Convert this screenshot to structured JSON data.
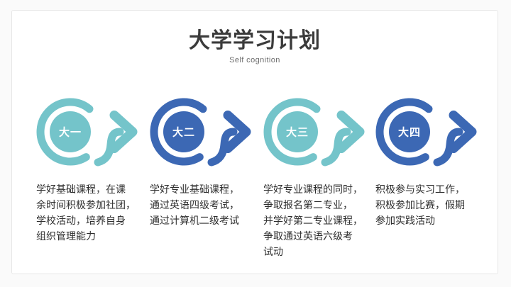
{
  "slide": {
    "title": "大学学习计划",
    "subtitle": "Self cognition"
  },
  "theme": {
    "teal": "#74c4ca",
    "blue": "#3c68b4",
    "title_color": "#3b3b3b",
    "subtitle_color": "#6e6e6e",
    "body_text_color": "#2e2e2e",
    "slide_background": "#ffffff",
    "canvas_background": "#fafafa"
  },
  "stages": [
    {
      "label": "大一",
      "color": "#74c4ca",
      "lines": [
        "学好基础课程，在课",
        "余时间积极参加社团，",
        "学校活动，培养自身",
        "组织管理能力"
      ]
    },
    {
      "label": "大二",
      "color": "#3c68b4",
      "lines": [
        "学好专业基础课程，",
        "通过英语四级考试，",
        "通过计算机二级考试"
      ]
    },
    {
      "label": "大三",
      "color": "#74c4ca",
      "lines": [
        "学好专业课程的同时，",
        "争取报名第二专业，",
        "并学好第二专业课程，",
        "争取通过英语六级考",
        "试动"
      ]
    },
    {
      "label": "大四",
      "color": "#3c68b4",
      "lines": [
        "积极参与实习工作，",
        "积极参加比赛，假期",
        "参加实践活动"
      ]
    }
  ]
}
